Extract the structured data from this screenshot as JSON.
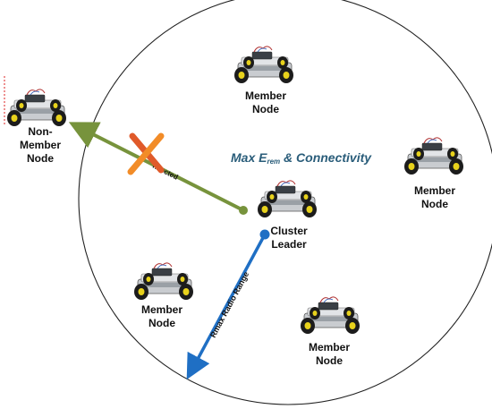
{
  "nodes": {
    "member_top": {
      "line1": "Member",
      "line2": "Node"
    },
    "member_right": {
      "line1": "Member",
      "line2": "Node"
    },
    "member_left": {
      "line1": "Member",
      "line2": "Node"
    },
    "member_bottom": {
      "line1": "Member",
      "line2": "Node"
    },
    "non_member": {
      "line1": "Non-",
      "line2": "Member",
      "line3": "Node"
    },
    "cluster_leader": {
      "line1": "Cluster",
      "line2": "Leader"
    }
  },
  "headline": {
    "prefix": "Max E",
    "subscript": "rem",
    "suffix": " & Connectivity"
  },
  "links": {
    "disconnected_label": "nnected",
    "radio_range_label": "Rmax Radio Range"
  },
  "colors": {
    "link_green": "#77933c",
    "radio_blue": "#1f6fc4",
    "cross_red": "#e05a2a",
    "cross_orange": "#f28c28",
    "headline": "#2a5d7a"
  },
  "icons": {
    "robot": "robot-car-icon",
    "cross": "x-mark-icon"
  }
}
